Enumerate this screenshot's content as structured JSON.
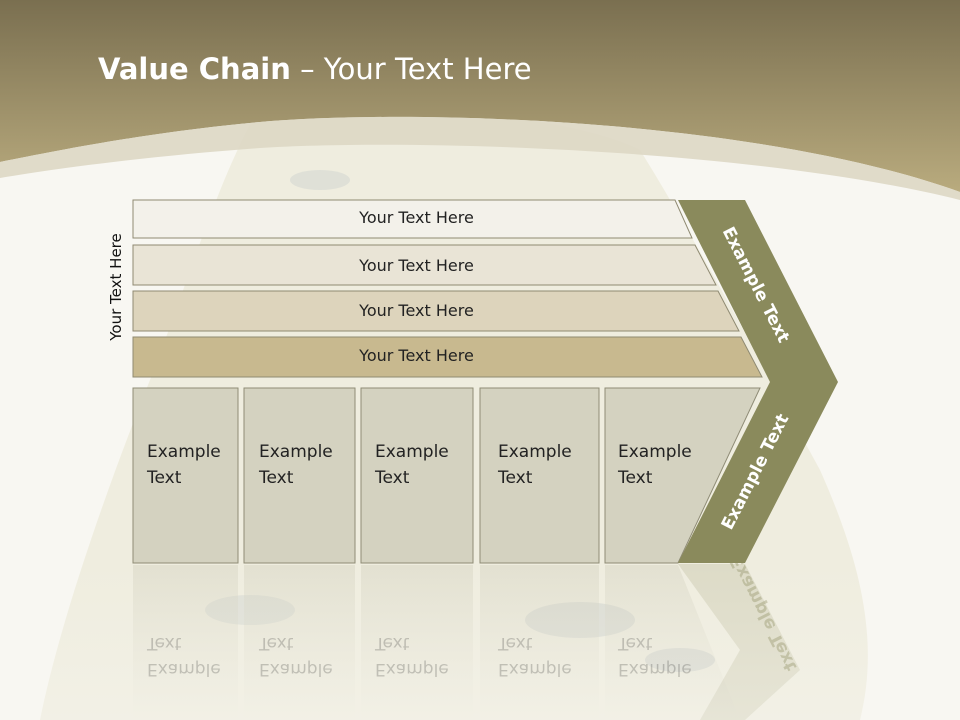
{
  "title": {
    "bold": "Value Chain",
    "rest": " – Your Text Here"
  },
  "side_label": "Your Text Here",
  "rows": [
    {
      "label": "Your Text Here"
    },
    {
      "label": "Your Text Here"
    },
    {
      "label": "Your Text Here"
    },
    {
      "label": "Your Text Here"
    }
  ],
  "columns": [
    {
      "line1": "Example",
      "line2": "Text"
    },
    {
      "line1": "Example",
      "line2": "Text"
    },
    {
      "line1": "Example",
      "line2": "Text"
    },
    {
      "line1": "Example",
      "line2": "Text"
    },
    {
      "line1": "Example",
      "line2": "Text"
    }
  ],
  "chevron": {
    "upper_text": "Example Text",
    "lower_text": "Example Text"
  },
  "colors": {
    "header_dark": "#7d7252",
    "header_light": "#b6a87c",
    "chevron": "#8a8a5c",
    "row_fills": [
      "#f3f1ea",
      "#e9e4d6",
      "#ddd4bc",
      "#c8b98f"
    ],
    "column_fill": "#d4d2c0"
  }
}
